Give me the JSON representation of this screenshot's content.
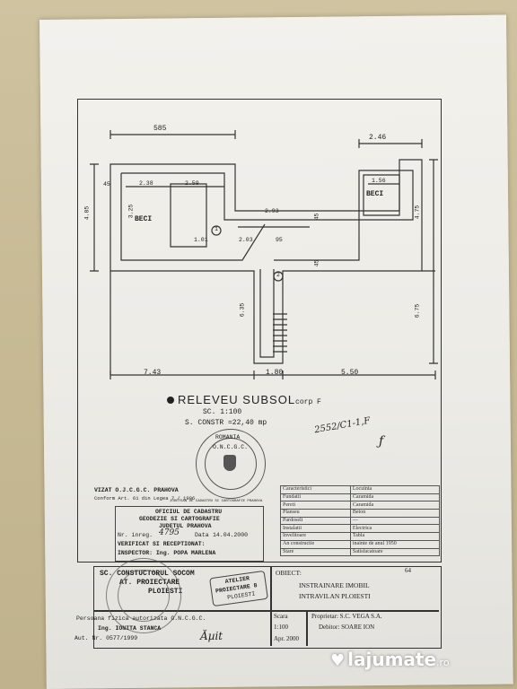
{
  "plan": {
    "dims": {
      "top_left": "585",
      "top_right": "2.46",
      "w238": "2.38",
      "w259": "2.59",
      "w156": "1.56",
      "w293": "2.93",
      "w101": "1.01",
      "w203": "2.03",
      "w95": "95",
      "bottom_left": "7.43",
      "bottom_mid": "1.80",
      "bottom_right": "5.50",
      "left_h": "4.85",
      "h325": "3.25",
      "h635": "6.35",
      "right_h": "4.75",
      "right_h2": "6.75",
      "w45": "45"
    },
    "rooms": {
      "beci_left": "BECI",
      "beci_right": "BECI",
      "n1": "1",
      "n2": "2"
    }
  },
  "titleblock_top": {
    "title": "RELEVEU  SUBSOL",
    "title_suffix": "corp F",
    "scale": "SC. 1:100",
    "area": "S. CONSTR =22,40  mp",
    "hand_note": "2552/C1-1,F"
  },
  "vizat": {
    "line1": "VIZAT O.J.C.G.C. PRAHOVA",
    "line2": "Conform Art. 61 din Legea 7 / 1996"
  },
  "cadastru_box": {
    "line1": "OFICIUL DE CADASTRU",
    "line2": "GEODEZIE SI CARTOGRAFIE",
    "line3": "JUDETUL PRAHOVA",
    "nr_label": "Nr. inreg.",
    "nr_value": "4795",
    "data_label": "Data",
    "data_value": "14.04.2000",
    "verificat": "VERIFICAT SI RECEPTIONAT:",
    "inspector": "INSPECTOR: Ing. POPA MARLENA"
  },
  "round_stamp": {
    "top": "ROMANIA",
    "mid": "O.N.C.G.C.",
    "bottom": "JUDETEAN DE CADASTRU SI CARTOGRAFIE PRAHOVA"
  },
  "legend": [
    [
      "Caracteristici",
      "Locuinta"
    ],
    [
      "Fundatii",
      "Caramida"
    ],
    [
      "Pereti",
      "Caramida"
    ],
    [
      "Planseu",
      "Beton"
    ],
    [
      "Pardoseli",
      "—"
    ],
    [
      "Instalatii",
      "Electrica"
    ],
    [
      "Invelitoare",
      "Tabla"
    ],
    [
      "An constructie",
      "inainte de anul 1950"
    ],
    [
      "Stare",
      "Satisfacatoare"
    ]
  ],
  "bottom_block": {
    "firm1": "SC. CONSTUCTORUL SOCOM",
    "firm2": "AT. PROIECTARE",
    "firm3": "PLOIESTI",
    "stamp_text1": "ATELIER",
    "stamp_text2": "PROIECTARE 8",
    "stamp_text3": "PLOIESTI",
    "pers1": "Persoana fizica autorizata O.N.C.G.C.",
    "pers2": "Ing. IONITA STANCA",
    "pers3": "Aut. Nr. 0577/1999",
    "obiect_label": "OBIECT:",
    "obiect1": "INSTRAINARE IMOBIL",
    "obiect2": "INTRAVILAN PLOIESTI",
    "sheet_no": "64",
    "scara_label": "Scara",
    "scara_value": "1:100",
    "proprietar": "Proprietar: S.C. VEGA S.A.",
    "debitor": "Debitor: SOARE ION",
    "date": "Apr. 2000"
  },
  "watermark": {
    "brand": "lajumate",
    "tld": ".ro"
  }
}
